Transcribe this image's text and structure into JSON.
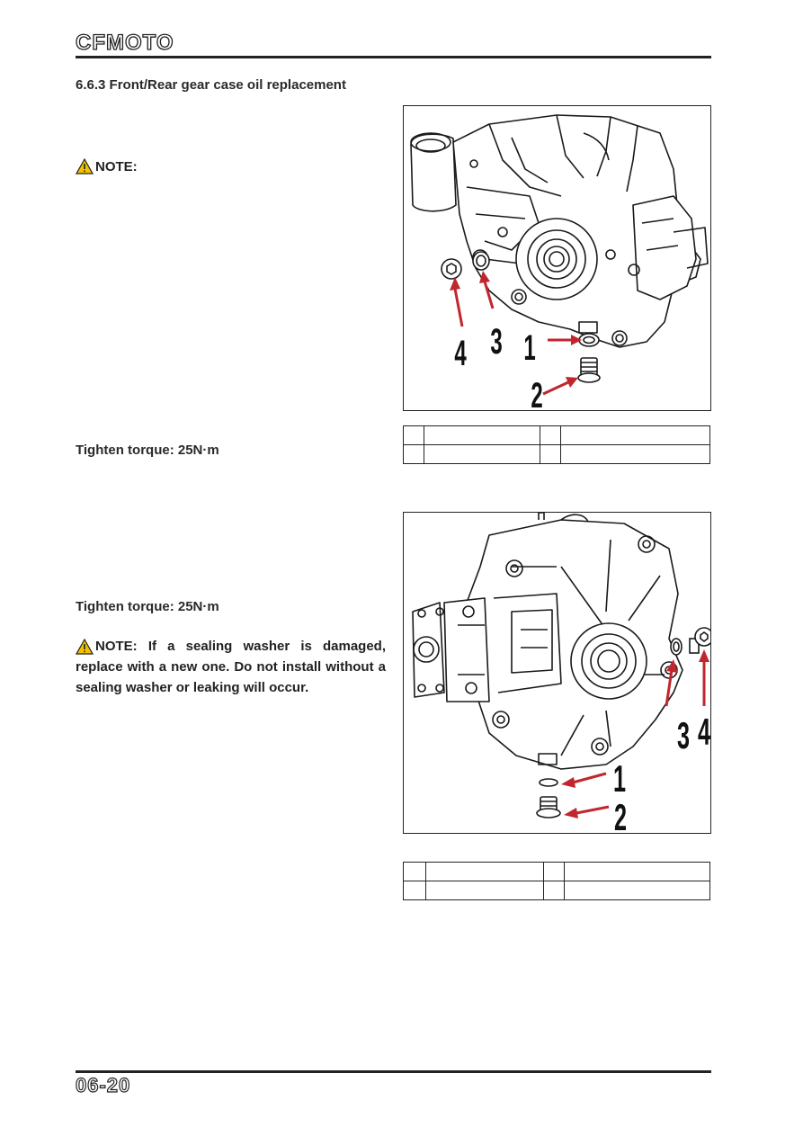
{
  "header": {
    "brand": "CFMOTO"
  },
  "section": {
    "title": "6.6.3 Front/Rear gear case oil replacement"
  },
  "notes": {
    "note1_label": "NOTE:",
    "note2_label": "NOTE:",
    "note2_text": " If a sealing washer is damaged, replace with a new one. Do not install without a sealing washer or leaking will occur."
  },
  "torque": {
    "first": "Tighten torque: 25N·m",
    "second": "Tighten torque: 25N·m"
  },
  "figure1": {
    "callouts": [
      "1",
      "2",
      "3",
      "4"
    ]
  },
  "figure2": {
    "callouts": [
      "1",
      "2",
      "3",
      "4"
    ]
  },
  "footer": {
    "page_number": "06-20"
  },
  "colors": {
    "arrow": "#c0262d",
    "warning": "#f2c200",
    "rule": "#222222"
  }
}
